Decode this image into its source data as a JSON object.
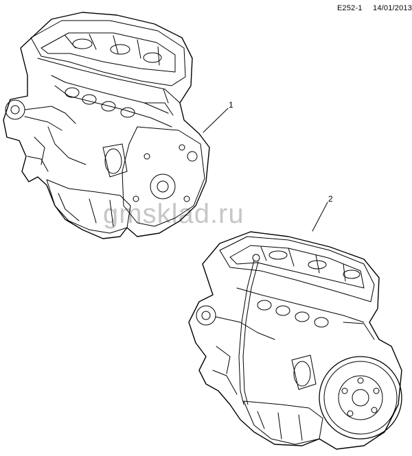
{
  "header": {
    "code": "E252-1",
    "date": "14/01/2013"
  },
  "callouts": [
    {
      "label": "1"
    },
    {
      "label": "2"
    }
  ],
  "watermark": "gmsklad.ru",
  "parts": [
    {
      "name": "engine-assembly-1"
    },
    {
      "name": "engine-assembly-2"
    }
  ],
  "colors": {
    "line": "#000000",
    "background": "#ffffff"
  }
}
